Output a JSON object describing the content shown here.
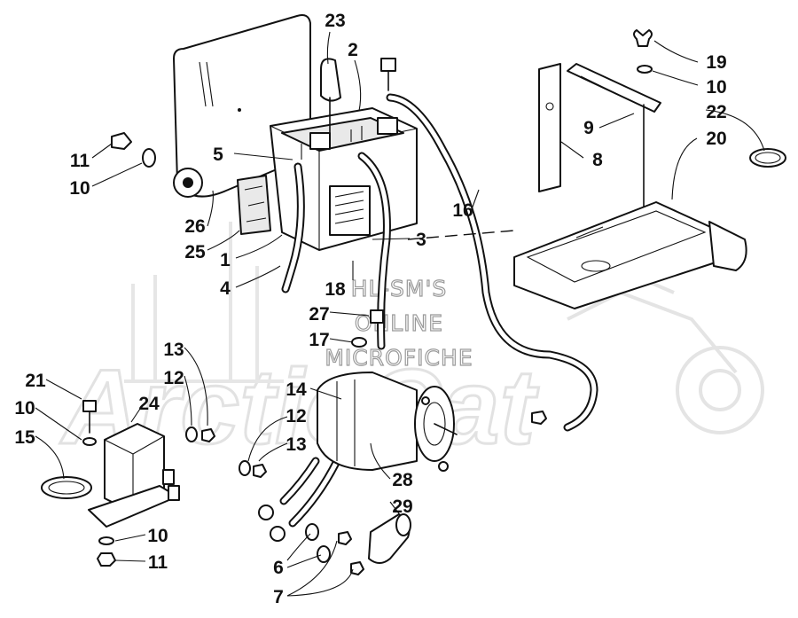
{
  "watermark": {
    "lines": [
      "HL-SM'S",
      "ONLINE",
      "MICROFICHE"
    ],
    "brand": "ArcticCat"
  },
  "callouts": [
    {
      "id": "c23",
      "text": "23"
    },
    {
      "id": "c2",
      "text": "2"
    },
    {
      "id": "c19",
      "text": "19"
    },
    {
      "id": "c10-top",
      "text": "10"
    },
    {
      "id": "c22",
      "text": "22"
    },
    {
      "id": "c9",
      "text": "9"
    },
    {
      "id": "c20",
      "text": "20"
    },
    {
      "id": "c11-left",
      "text": "11"
    },
    {
      "id": "c5",
      "text": "5"
    },
    {
      "id": "c8",
      "text": "8"
    },
    {
      "id": "c10-left",
      "text": "10"
    },
    {
      "id": "c16",
      "text": "16"
    },
    {
      "id": "c26",
      "text": "26"
    },
    {
      "id": "c3",
      "text": "3"
    },
    {
      "id": "c25",
      "text": "25"
    },
    {
      "id": "c1",
      "text": "1"
    },
    {
      "id": "c4",
      "text": "4"
    },
    {
      "id": "c18",
      "text": "18"
    },
    {
      "id": "c27",
      "text": "27"
    },
    {
      "id": "c17",
      "text": "17"
    },
    {
      "id": "c13-top",
      "text": "13"
    },
    {
      "id": "c21",
      "text": "21"
    },
    {
      "id": "c12-top",
      "text": "12"
    },
    {
      "id": "c14",
      "text": "14"
    },
    {
      "id": "c10-mid",
      "text": "10"
    },
    {
      "id": "c24",
      "text": "24"
    },
    {
      "id": "c12-mid",
      "text": "12"
    },
    {
      "id": "c15",
      "text": "15"
    },
    {
      "id": "c13-mid",
      "text": "13"
    },
    {
      "id": "c28",
      "text": "28"
    },
    {
      "id": "c29",
      "text": "29"
    },
    {
      "id": "c10-bot",
      "text": "10"
    },
    {
      "id": "c11-bot",
      "text": "11"
    },
    {
      "id": "c6",
      "text": "6"
    },
    {
      "id": "c7",
      "text": "7"
    }
  ]
}
